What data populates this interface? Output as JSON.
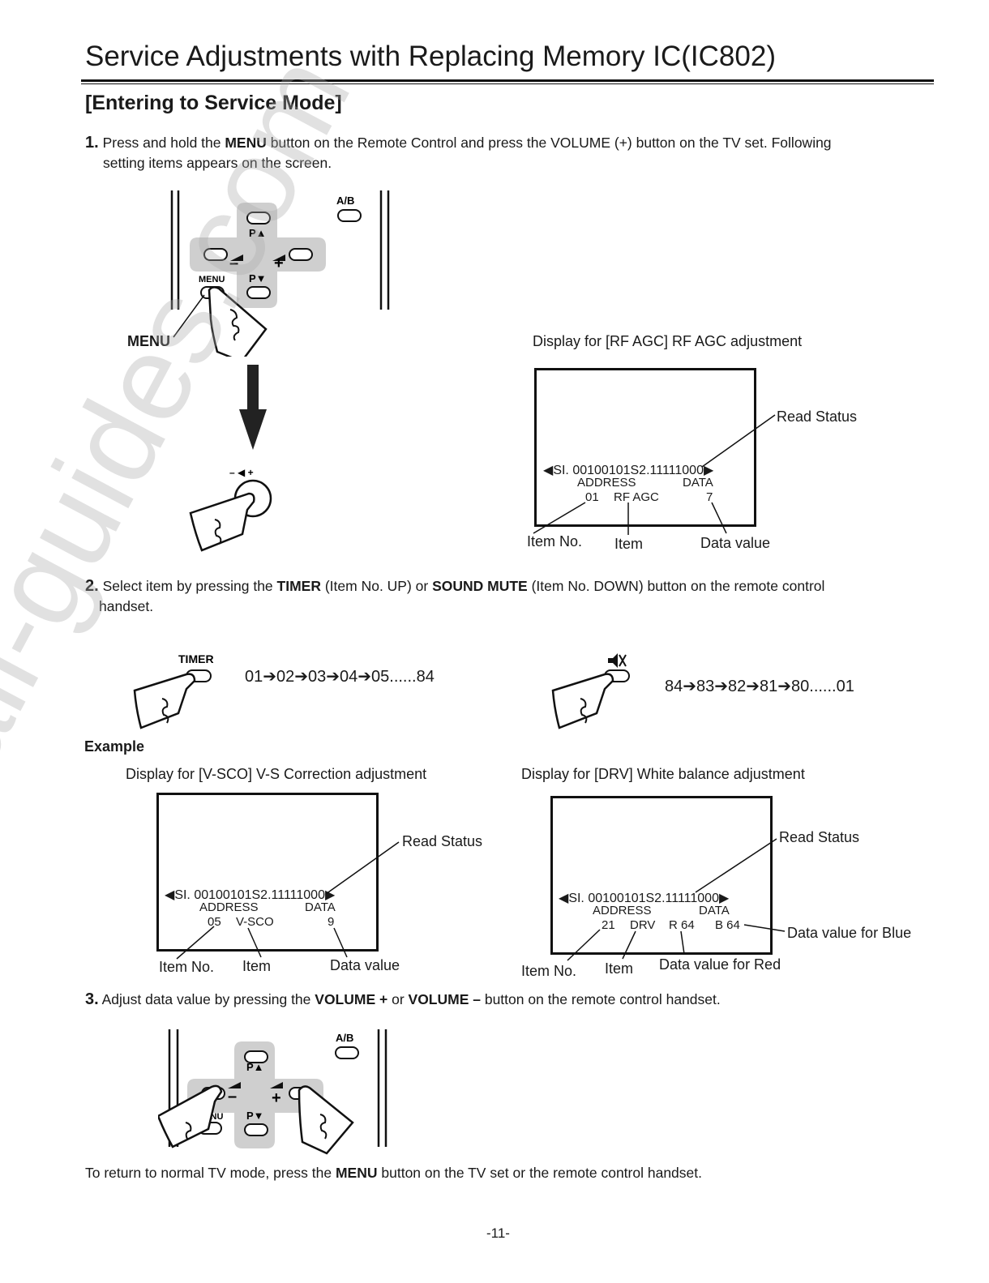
{
  "title": "Service Adjustments with Replacing Memory IC(IC802)",
  "section_heading": "[Entering to Service Mode]",
  "step1": {
    "num": "1.",
    "t1": "Press and hold the ",
    "b1": "MENU",
    "t2": " button on the Remote Control and press the VOLUME (+) button on the TV set. Following",
    "line2": "setting items appears on the screen."
  },
  "remote": {
    "ab_label": "A/B",
    "p_up": "P▲",
    "p_down": "P▼",
    "menu_small": "MENU",
    "minus": "–",
    "plus": "+"
  },
  "menu_callout": "MENU",
  "vol_knob_label": "– ◀ +",
  "display_rf": {
    "caption": "Display for [RF AGC] RF AGC adjustment",
    "status_line": "SI. 00100101S2.11111000",
    "address_label": "ADDRESS",
    "data_label": "DATA",
    "item_no": "01",
    "item": "RF AGC",
    "data_value": "7",
    "read_status": "Read Status",
    "lbl_item_no": "Item No.",
    "lbl_item": "Item",
    "lbl_data_value": "Data value"
  },
  "step2": {
    "num": "2.",
    "t1": "Select item by pressing the ",
    "b1": "TIMER",
    "t2": " (Item No. UP) or ",
    "b2": "SOUND MUTE",
    "t3": " (Item No. DOWN) button on the remote control",
    "line2": "handset."
  },
  "timer_label": "TIMER",
  "seq_up": "01➔02➔03➔04➔05......84",
  "seq_down": "84➔83➔82➔81➔80......01",
  "example_label": "Example",
  "display_vsco": {
    "caption": "Display for [V-SCO] V-S Correction adjustment",
    "status_line": "SI. 00100101S2.11111000",
    "address_label": "ADDRESS",
    "data_label": "DATA",
    "item_no": "05",
    "item": "V-SCO",
    "data_value": "9",
    "read_status": "Read Status",
    "lbl_item_no": "Item No.",
    "lbl_item": "Item",
    "lbl_data_value": "Data value"
  },
  "display_drv": {
    "caption": "Display for  [DRV]  White balance adjustment",
    "status_line": "SI. 00100101S2.11111000",
    "address_label": "ADDRESS",
    "data_label": "DATA",
    "item_no": "21",
    "item": "DRV",
    "red_value": "R 64",
    "blue_value": "B 64",
    "read_status": "Read Status",
    "lbl_item_no": "Item No.",
    "lbl_item": "Item",
    "lbl_red": "Data value for Red",
    "lbl_blue": "Data value for Blue"
  },
  "step3": {
    "num": "3.",
    "t1": "Adjust data value by pressing the ",
    "b1": "VOLUME +",
    "t2": " or ",
    "b2": "VOLUME –",
    "t3": "  button on the remote control handset."
  },
  "return_text": {
    "t1": "To return to normal TV mode, press the ",
    "b1": "MENU",
    "t2": " button on the TV set or the remote control handset."
  },
  "page_number": "-11-",
  "watermark": "all-guides.com",
  "icons": [
    "hand-pointer-icon",
    "arrow-down-icon",
    "mute-icon",
    "volume-knob-icon"
  ]
}
